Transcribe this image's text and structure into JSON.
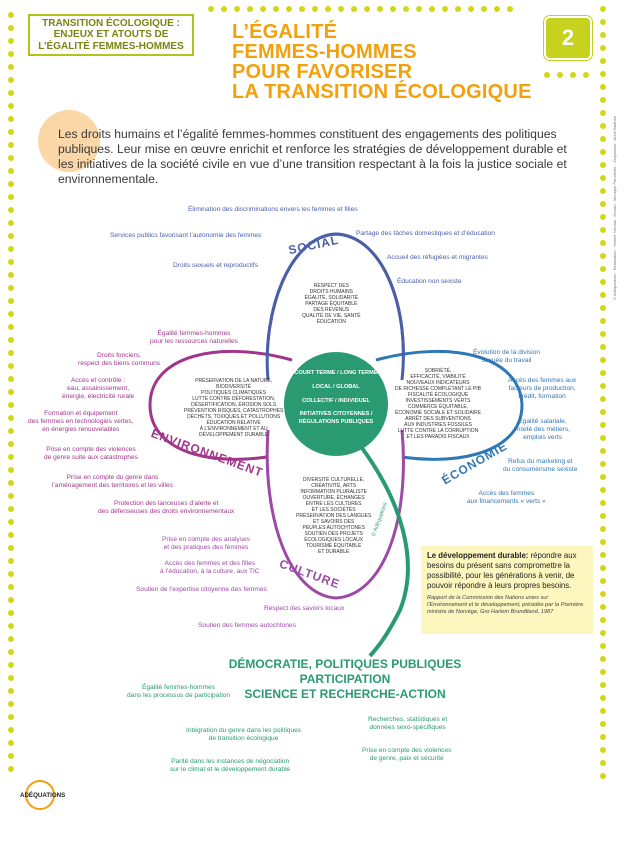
{
  "header": {
    "kicker_lines": [
      "TRANSITION ÉCOLOGIQUE :",
      "ENJEUX ET ATOUTS DE",
      "L’ÉGALITÉ FEMMES-HOMMES"
    ],
    "title_lines": [
      "L’ÉGALITÉ",
      "FEMMES-HOMMES",
      "POUR FAVORISER",
      "LA TRANSITION ÉCOLOGIQUE"
    ],
    "page_number": "2"
  },
  "intro": "Les droits humains et l’égalité femmes-hommes constituent des engagements des politiques publiques. Leur mise en œuvre enrichit et renforce les stratégies de développement durable et les initiatives de la société civile en vue d’une transition respectant à la fois la justice sociale et environnementale.",
  "sections": {
    "social": "SOCIAL",
    "environnement": "ENVIRONNEMENT",
    "economie": "ÉCONOMIE",
    "culture": "CULTURE"
  },
  "social_labels": [
    "Élimination des discriminations envers les femmes et filles",
    "Services publics favorisant l’autonomie des femmes",
    "Partage des tâches domestiques et d’éducation",
    "Accueil des réfugiées et migrantes",
    "Droits sexuels et reproductifs",
    "Éducation non sexiste"
  ],
  "env_labels": [
    "Égalité femmes-hommes\npour les ressources naturelles",
    "Droits fonciers,\nrespect des biens communs",
    "Accès et contrôle :\neau, assainissement,\nénergie, électricité rurale",
    "Formation et équipement\ndes femmes en technologies vertes,\nen énergies renouvelables",
    "Prise en compte des violences\nde genre suite aux catastrophes",
    "Prise en compte du genre dans\nl’aménagement des territoires et les villes",
    "Protection des lanceuses d’alerte et\ndes défenseuses des droits environnementaux"
  ],
  "eco_labels": [
    "Évolution de la division\nsexuée du travail",
    "Accès des femmes aux\nfacteurs de production,\ncrédit, formation",
    "Égalité salariale,\nmixité des métiers,\nemplois verts",
    "Refus du marketing et\ndu consumérisme sexiste",
    "Accès des femmes\naux financements « verts »"
  ],
  "culture_labels": [
    "Prise en compte des analyses\net des pratiques des femmes",
    "Accès des femmes et des filles\nà l’éducation, à la culture, aux TIC",
    "Soutien de l’expertise citoyenne des femmes",
    "Respect des savoirs locaux",
    "Soutien des femmes autochtones"
  ],
  "inner": {
    "social": "RESPECT DES\nDROITS HUMAINS\nÉGALITÉ, SOLIDARITÉ\nPARTAGE ÉQUITABLE\nDES REVENUS\nQUALITÉ DE VIE, SANTÉ\nÉDUCATION",
    "environnement": "PRÉSERVATION DE LA NATURE,\nBIODIVERSITÉ\nPOLITIQUES CLIMATIQUES\nLUTTE CONTRE DÉFORESTATION,\nDÉSERTIFICATION, ÉROSION SOLS\nPRÉVENTION RISQUES, CATASTROPHES\nDÉCHETS, TOXIQUES ET POLLUTIONS\nÉDUCATION RELATIVE\nÀ L’ENVIRONNEMENT ET AU\nDÉVELOPPEMENT DURABLE",
    "economie": "SOBRIÉTÉ,\nEFFICACITÉ, VIABILITÉ\nNOUVEAUX INDICATEURS\nDE RICHESSE COMPLÉTANT LE PIB\nFISCALITÉ ÉCOLOGIQUE\nINVESTISSEMENTS VERTS\nCOMMERCE ÉQUITABLE,\nÉCONOMIE SOCIALE ET SOLIDAIRE\nARRÊT DES SUBVENTIONS\nAUX INDUSTRIES FOSSILES\nLUTTE CONTRE LA CORRUPTION\nET LES PARADIS FISCAUX",
    "culture": "DIVERSITÉ CULTURELLE,\nCRÉATIVITÉ, ARTS\nINFORMATION PLURALISTE\nOUVERTURE, ÉCHANGES\nENTRE LES CULTURES\nET LES SOCIÉTÉS\nPRÉSERVATION DES LANGUES\nET SAVOIRS DES\nPEUPLES AUTOCHTONES\nSOUTIEN DES PROJETS\nÉCOLOGIQUES LOCAUX\nTOURISME ÉQUITABLE\nET DURABLE",
    "center": [
      "COURT TERME / LONG TERME",
      "LOCAL / GLOBAL",
      "COLLECTIF / INDIVIDUEL",
      "INITIATIVES CITOYENNES /\nRÉGULATIONS PUBLIQUES"
    ]
  },
  "copyright_mark": "© Adéquations",
  "definition": {
    "term": "Le développement durable:",
    "text": " répondre aux besoins du présent sans compromettre la possibilité, pour les générations à venir, de pouvoir répondre à leurs propres besoins.",
    "source": "Rapport de la Commission des Nations unies sur l’Environnement et le développement, présidée par la Première ministre de Norvège, Gro Harlem Brundtland, 1987"
  },
  "democracy": {
    "title_lines": [
      "DÉMOCRATIE, POLITIQUES PUBLIQUES",
      "PARTICIPATION",
      "SCIENCE ET RECHERCHE-ACTION"
    ],
    "labels": [
      "Égalité femmes-hommes\ndans les processus de participation",
      "Intégration du genre dans les politiques\nde transition écologique",
      "Parité dans les instances de négociation\nsur le climat et le développement durable",
      "Recherches, statistiques et\ndonnées sexo-spécifiques",
      "Prise en compte des violences\nde genre, paix et sécurité"
    ]
  },
  "credits": "© Adéquations - Réalisation : Yveline Nicolas - Dessin : Monique Parchelier - Graphisme : Anne Barthès",
  "logo_text": "ADÉQUATIONS",
  "colors": {
    "accent_yellow": "#f2a10c",
    "lime": "#c7d21f",
    "social": "#4a5fa8",
    "environnement": "#a1358b",
    "economie": "#2f78b5",
    "culture": "#9c4aa5",
    "democratie": "#2a9a73"
  }
}
